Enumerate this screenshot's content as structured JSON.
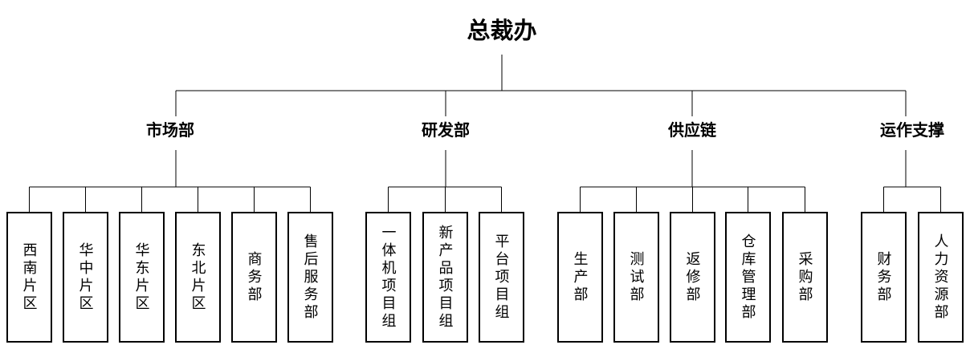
{
  "root": {
    "label": "总裁办"
  },
  "groups": [
    {
      "label": "市场部",
      "children": [
        "西南片区",
        "华中片区",
        "华东片区",
        "东北片区",
        "商务部",
        "售后服务部"
      ]
    },
    {
      "label": "研发部",
      "children": [
        "一体机项目组",
        "新产品项目组",
        "平台项目组"
      ]
    },
    {
      "label": "供应链",
      "children": [
        "生产部",
        "测试部",
        "返修部",
        "仓库管理部",
        "采购部"
      ]
    },
    {
      "label": "运作支撑",
      "children": [
        "财务部",
        "人力资源部"
      ]
    }
  ],
  "colors": {
    "line": "#000000",
    "text": "#000000",
    "background": "#ffffff"
  }
}
